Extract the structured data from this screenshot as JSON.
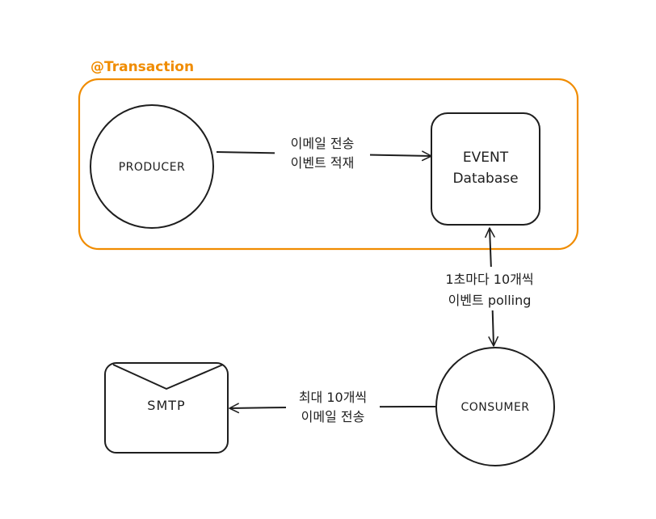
{
  "transaction": {
    "label": "@Transaction",
    "color": "#f08c00"
  },
  "nodes": {
    "producer": {
      "label": "PRODUCER",
      "shape": "circle"
    },
    "event_db": {
      "label_lines": [
        "EVENT",
        "Database"
      ],
      "shape": "rounded-rect"
    },
    "consumer": {
      "label": "CONSUMER",
      "shape": "circle"
    },
    "smtp": {
      "label": "SMTP",
      "shape": "envelope"
    }
  },
  "edges": {
    "producer_to_db": {
      "label_lines": [
        "이메일 전송",
        "이벤트 적재"
      ]
    },
    "db_consumer": {
      "label_lines": [
        "1초마다 10개씩",
        "이벤트 polling"
      ]
    },
    "consumer_to_smtp": {
      "label_lines": [
        "최대 10개씩",
        "이메일 전송"
      ]
    }
  },
  "colors": {
    "stroke": "#1e1e1e",
    "transaction": "#f08c00"
  }
}
